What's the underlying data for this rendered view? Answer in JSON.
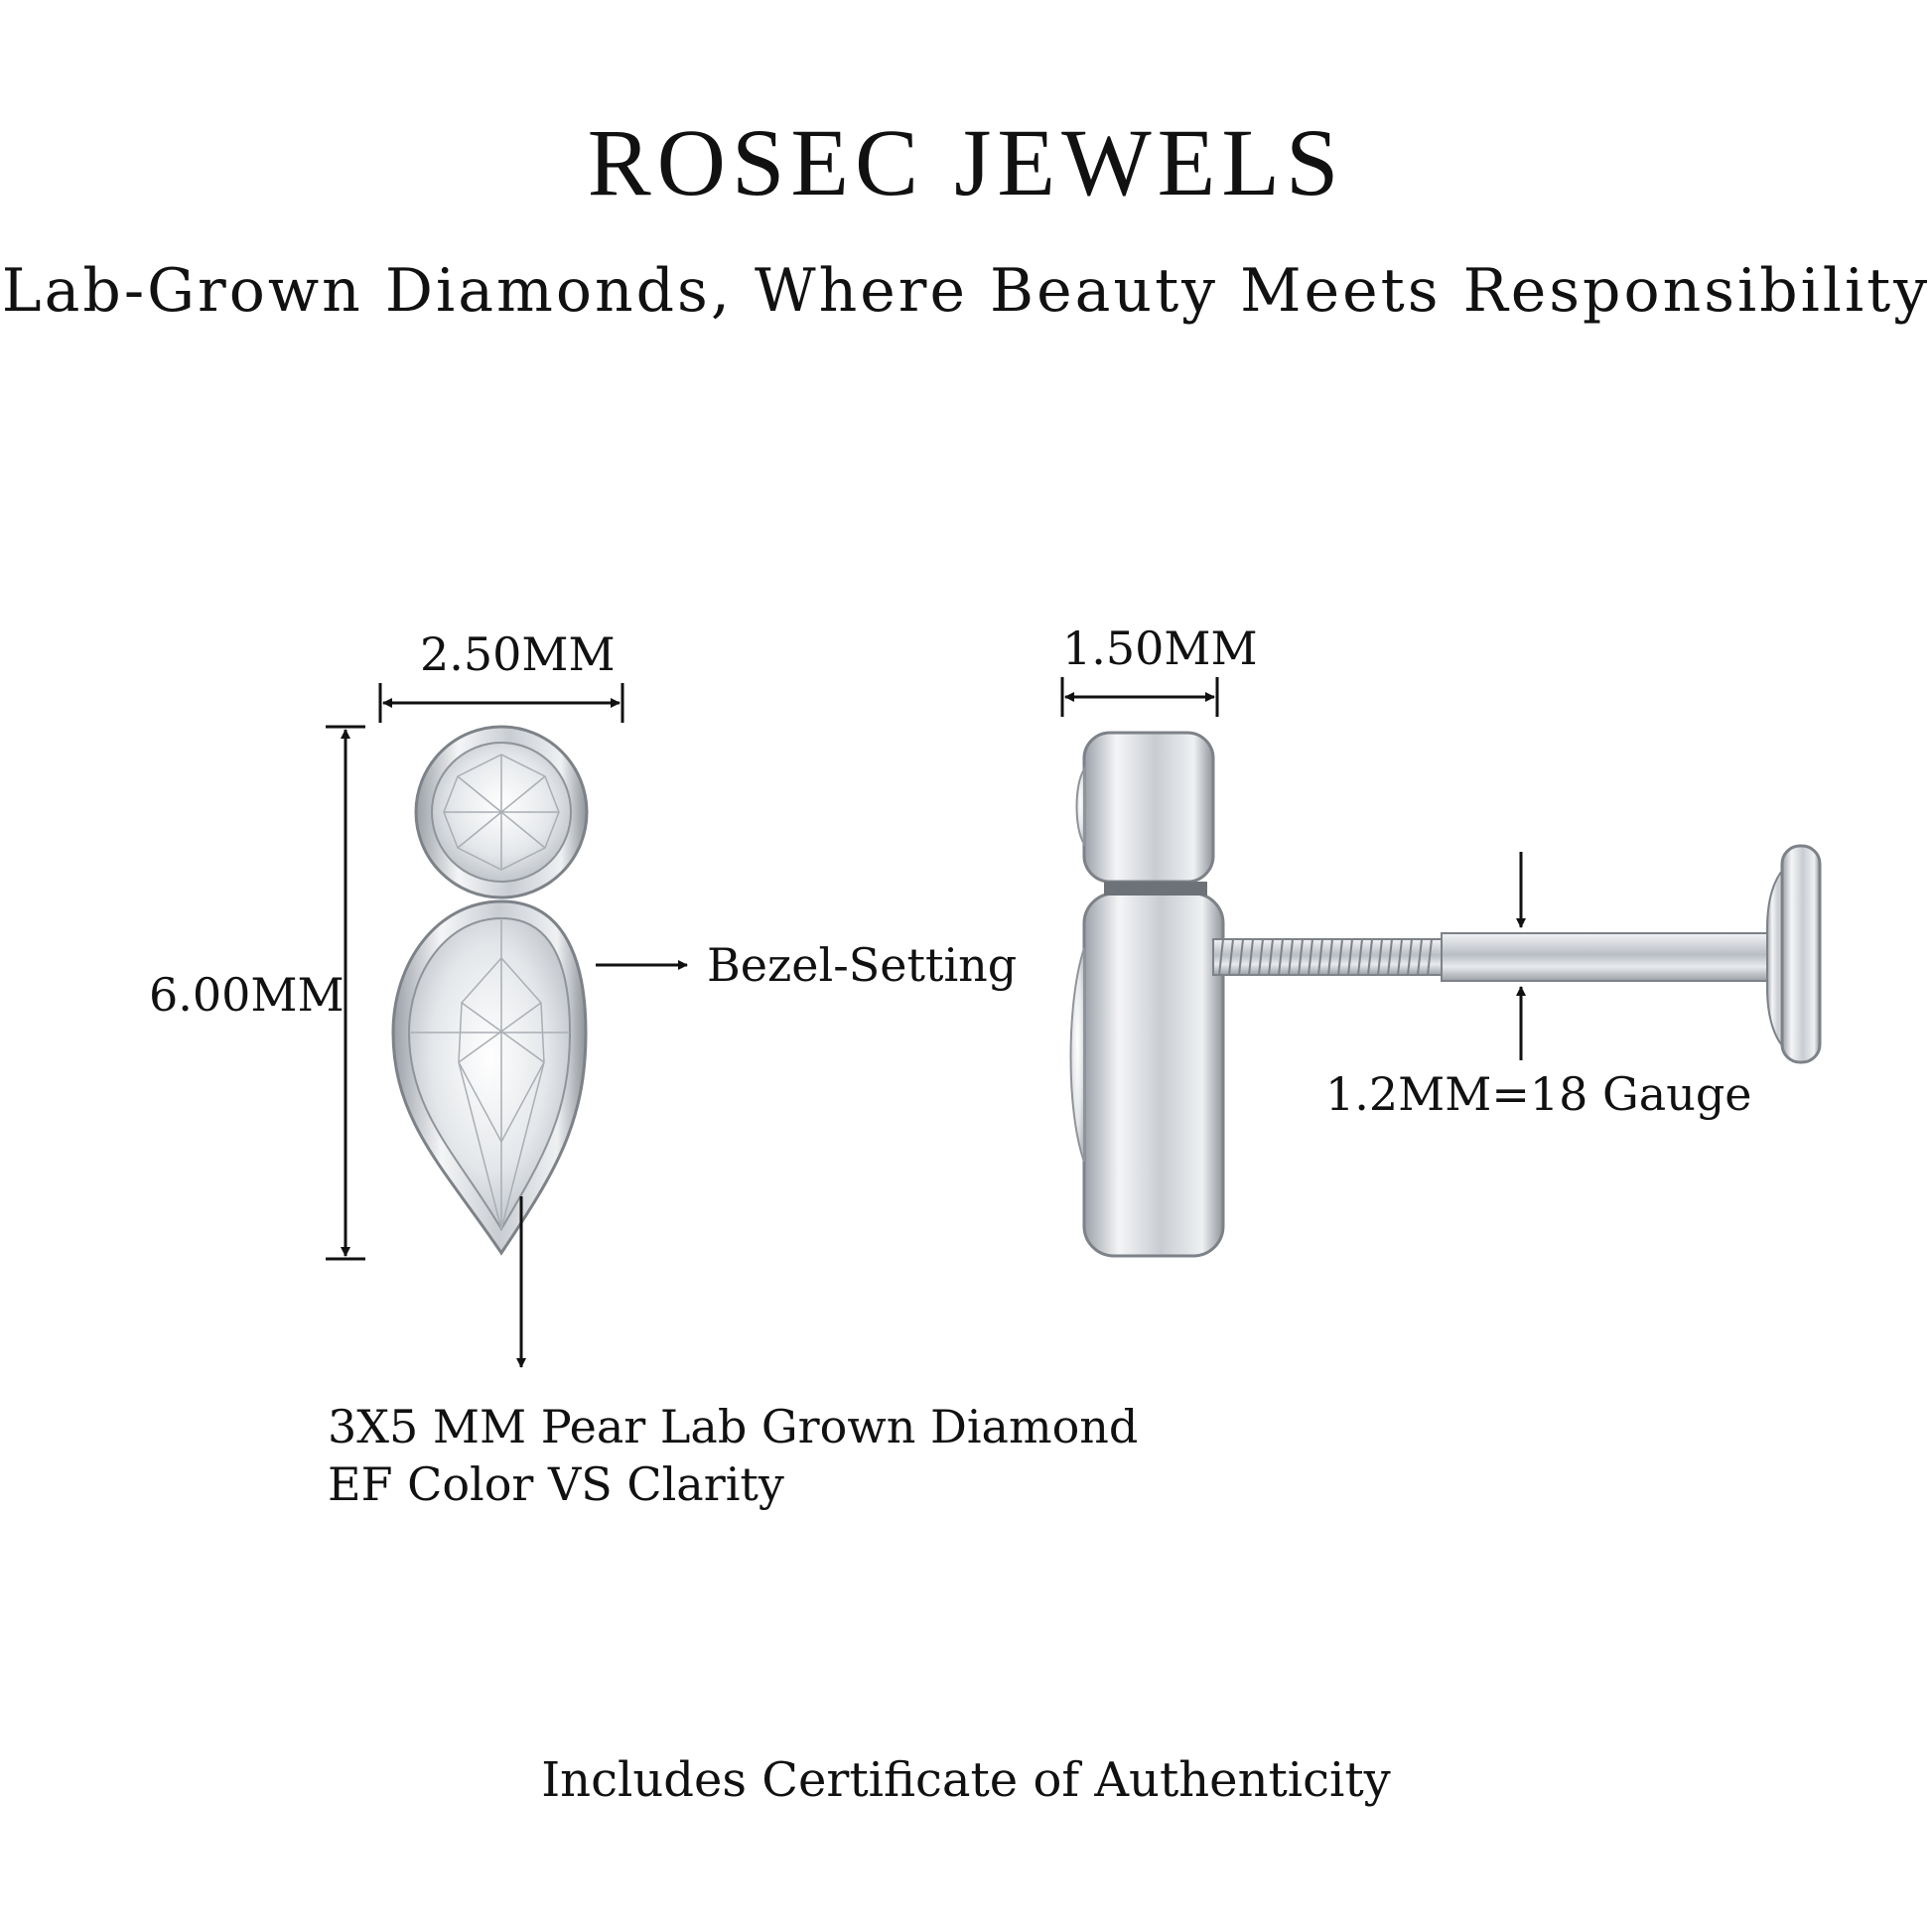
{
  "header": {
    "brand": "ROSEC JEWELS",
    "tagline": "Lab-Grown Diamonds, Where Beauty Meets Responsibility"
  },
  "front_view": {
    "width_label": "2.50MM",
    "height_label": "6.00MM",
    "setting_label": "Bezel-Setting",
    "stone_line1": "3X5 MM Pear Lab Grown Diamond",
    "stone_line2": "EF Color VS Clarity"
  },
  "side_view": {
    "thickness_label": "1.50MM",
    "gauge_label": "1.2MM=18 Gauge"
  },
  "footer": {
    "note": "Includes Certificate of Authenticity"
  },
  "colors": {
    "metal": "#d9dce0",
    "metal_dark": "#8f949a",
    "text": "#111111"
  }
}
